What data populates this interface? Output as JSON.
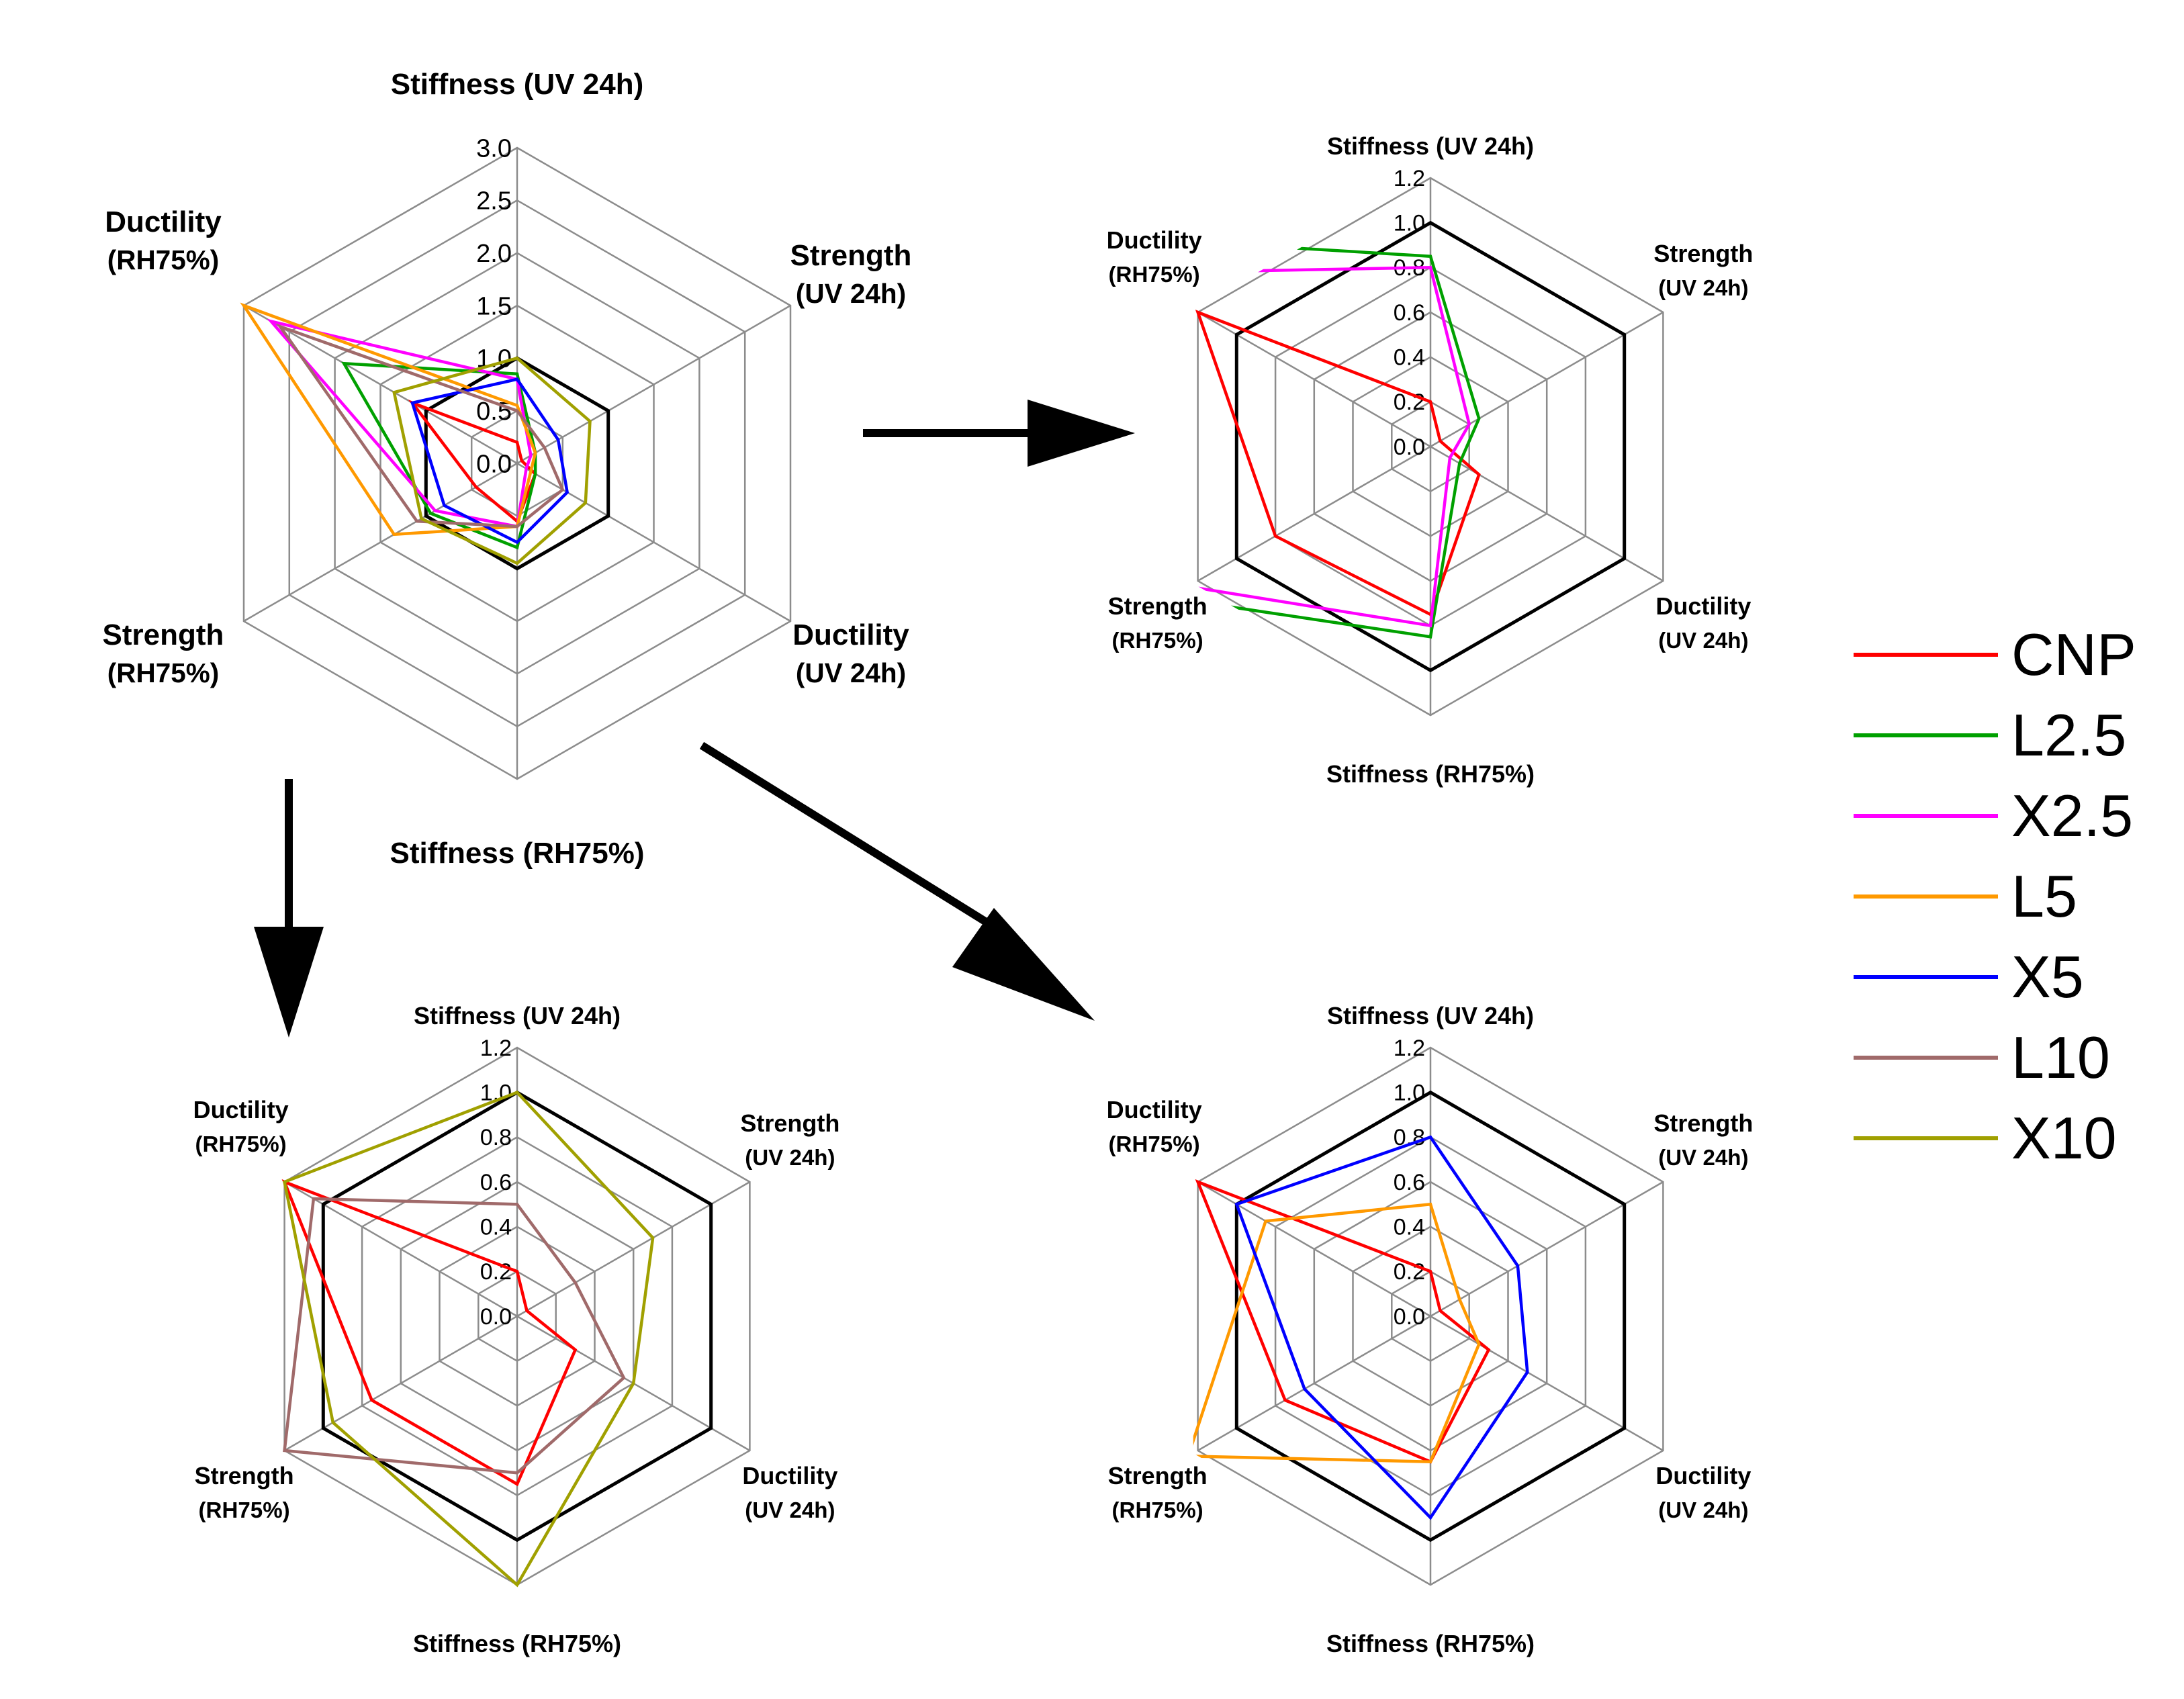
{
  "colors": {
    "CNP": "#ff0000",
    "L2.5": "#00a000",
    "X2.5": "#ff00ff",
    "L5": "#ff9900",
    "X5": "#0000ff",
    "L10": "#a06a6a",
    "X10": "#a0a000",
    "reference": "#000000",
    "grid": "#8c8c8c"
  },
  "legend": [
    "CNP",
    "L2.5",
    "X2.5",
    "L5",
    "X5",
    "L10",
    "X10"
  ],
  "chart_data": [
    {
      "type": "radar",
      "axes": [
        {
          "key": "stiff_uv",
          "line1": "Stiffness (UV 24h)",
          "line2": ""
        },
        {
          "key": "str_uv",
          "line1": "Strength",
          "line2": "(UV 24h)"
        },
        {
          "key": "duct_uv",
          "line1": "Ductility",
          "line2": "(UV 24h)"
        },
        {
          "key": "stiff_rh",
          "line1": "Stiffness (RH75%)",
          "line2": ""
        },
        {
          "key": "str_rh",
          "line1": "Strength",
          "line2": "(RH75%)"
        },
        {
          "key": "duct_rh",
          "line1": "Ductility",
          "line2": "(RH75%)"
        }
      ],
      "ticks": [
        "0.0",
        "0.5",
        "1.0",
        "1.5",
        "2.0",
        "2.5",
        "3.0"
      ],
      "rmax": 3.0,
      "reference": 1.0,
      "series": [
        {
          "name": "CNP",
          "values": [
            0.2,
            0.05,
            0.2,
            0.55,
            0.45,
            1.15
          ]
        },
        {
          "name": "L2.5",
          "values": [
            0.85,
            0.2,
            0.2,
            0.8,
            0.95,
            1.9
          ]
        },
        {
          "name": "X2.5",
          "values": [
            0.8,
            0.15,
            0.1,
            0.6,
            0.9,
            2.7
          ]
        },
        {
          "name": "L5",
          "values": [
            0.55,
            0.2,
            0.15,
            0.6,
            1.35,
            3.0
          ]
        },
        {
          "name": "X5",
          "values": [
            0.8,
            0.45,
            0.55,
            0.75,
            0.8,
            1.15
          ]
        },
        {
          "name": "L10",
          "values": [
            0.5,
            0.3,
            0.5,
            0.6,
            1.1,
            2.6
          ]
        },
        {
          "name": "X10",
          "values": [
            1.0,
            0.8,
            0.75,
            0.95,
            1.05,
            1.35
          ]
        }
      ]
    },
    {
      "type": "radar",
      "axes": [
        {
          "key": "stiff_uv",
          "line1": "Stiffness (UV 24h)",
          "line2": ""
        },
        {
          "key": "str_uv",
          "line1": "Strength",
          "line2": "(UV 24h)"
        },
        {
          "key": "duct_uv",
          "line1": "Ductility",
          "line2": "(UV 24h)"
        },
        {
          "key": "stiff_rh",
          "line1": "Stiffness (RH75%)",
          "line2": ""
        },
        {
          "key": "str_rh",
          "line1": "Strength",
          "line2": "(RH75%)"
        },
        {
          "key": "duct_rh",
          "line1": "Ductility",
          "line2": "(RH75%)"
        }
      ],
      "ticks": [
        "0.0",
        "0.2",
        "0.4",
        "0.6",
        "0.8",
        "1.0",
        "1.2"
      ],
      "rmax": 1.2,
      "reference": 1.0,
      "series": [
        {
          "name": "CNP",
          "values": [
            0.2,
            0.05,
            0.25,
            0.75,
            0.8,
            1.2
          ]
        },
        {
          "name": "L2.5",
          "values": [
            0.85,
            0.25,
            0.15,
            0.85,
            1.35,
            1.9
          ]
        },
        {
          "name": "X2.5",
          "values": [
            0.8,
            0.2,
            0.1,
            0.8,
            1.25,
            1.55
          ]
        }
      ]
    },
    {
      "type": "radar",
      "axes": [
        {
          "key": "stiff_uv",
          "line1": "Stiffness (UV 24h)",
          "line2": ""
        },
        {
          "key": "str_uv",
          "line1": "Strength",
          "line2": "(UV 24h)"
        },
        {
          "key": "duct_uv",
          "line1": "Ductility",
          "line2": "(UV 24h)"
        },
        {
          "key": "stiff_rh",
          "line1": "Stiffness (RH75%)",
          "line2": ""
        },
        {
          "key": "str_rh",
          "line1": "Strength",
          "line2": "(RH75%)"
        },
        {
          "key": "duct_rh",
          "line1": "Ductility",
          "line2": "(RH75%)"
        }
      ],
      "ticks": [
        "0.0",
        "0.2",
        "0.4",
        "0.6",
        "0.8",
        "1.0",
        "1.2"
      ],
      "rmax": 1.2,
      "reference": 1.0,
      "series": [
        {
          "name": "CNP",
          "values": [
            0.2,
            0.05,
            0.3,
            0.75,
            0.75,
            1.2
          ]
        },
        {
          "name": "L10",
          "values": [
            0.5,
            0.3,
            0.55,
            0.7,
            1.2,
            1.05
          ]
        },
        {
          "name": "X10",
          "values": [
            1.0,
            0.7,
            0.6,
            1.2,
            0.95,
            1.2
          ]
        }
      ]
    },
    {
      "type": "radar",
      "axes": [
        {
          "key": "stiff_uv",
          "line1": "Stiffness (UV 24h)",
          "line2": ""
        },
        {
          "key": "str_uv",
          "line1": "Strength",
          "line2": "(UV 24h)"
        },
        {
          "key": "duct_uv",
          "line1": "Ductility",
          "line2": "(UV 24h)"
        },
        {
          "key": "stiff_rh",
          "line1": "Stiffness (RH75%)",
          "line2": ""
        },
        {
          "key": "str_rh",
          "line1": "Strength",
          "line2": "(RH75%)"
        },
        {
          "key": "duct_rh",
          "line1": "Ductility",
          "line2": "(RH75%)"
        }
      ],
      "ticks": [
        "0.0",
        "0.2",
        "0.4",
        "0.6",
        "0.8",
        "1.0",
        "1.2"
      ],
      "rmax": 1.2,
      "reference": 1.0,
      "series": [
        {
          "name": "CNP",
          "values": [
            0.2,
            0.05,
            0.3,
            0.65,
            0.75,
            1.2
          ]
        },
        {
          "name": "L5",
          "values": [
            0.5,
            0.15,
            0.25,
            0.65,
            1.25,
            0.85
          ]
        },
        {
          "name": "X5",
          "values": [
            0.8,
            0.45,
            0.5,
            0.9,
            0.65,
            1.0
          ]
        }
      ]
    }
  ]
}
